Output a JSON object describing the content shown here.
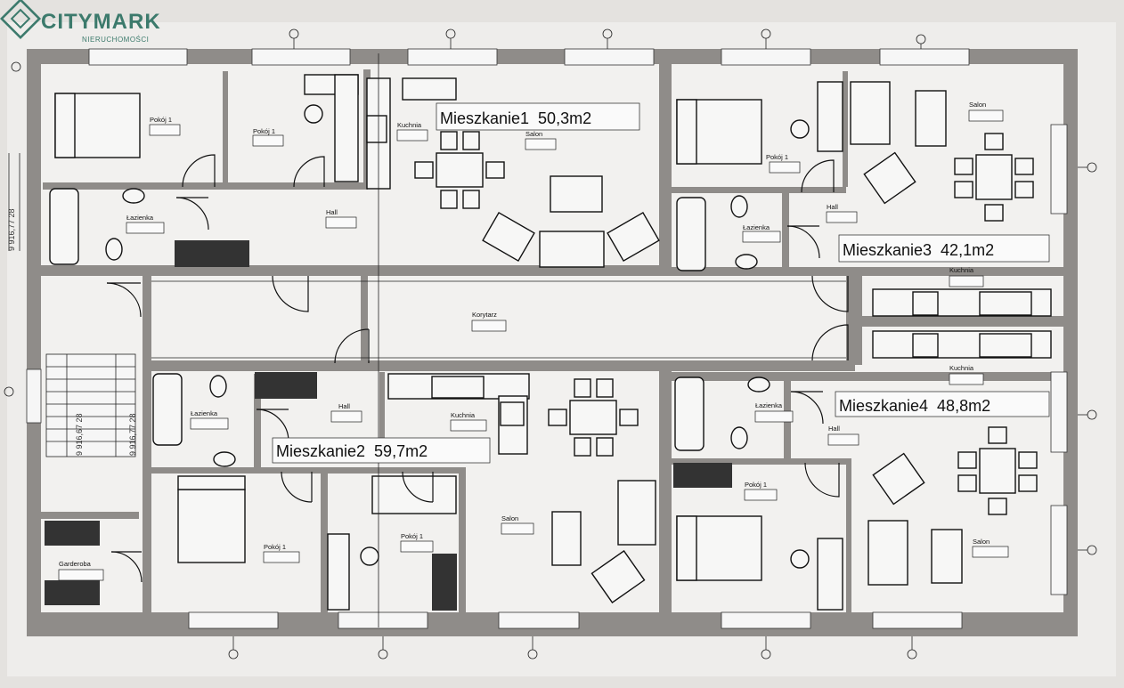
{
  "logo": {
    "name": "CITYMARK",
    "sub": "NIERUCHOMOŚCI"
  },
  "apartments": [
    {
      "label": "Mieszkanie1  50,3m2"
    },
    {
      "label": "Mieszkanie2  59,7m2"
    },
    {
      "label": "Mieszkanie3  42,1m2"
    },
    {
      "label": "Mieszkanie4  48,8m2"
    }
  ],
  "rooms": {
    "pokoj": "Pokój 1",
    "lazienka": "Łazienka",
    "hall": "Hall",
    "kuchnia": "Kuchnia",
    "salon": "Salon",
    "korytarz": "Korytarz",
    "garderoba": "Garderoba"
  },
  "elevations": {
    "a": "9 916,77 28",
    "b": "9 916,77 28",
    "c": "9 916,67 28"
  },
  "colors": {
    "wall": "#8f8c89",
    "floor": "#f2f1ef",
    "background": "#e4e2df",
    "logo": "#3c7a6c"
  }
}
